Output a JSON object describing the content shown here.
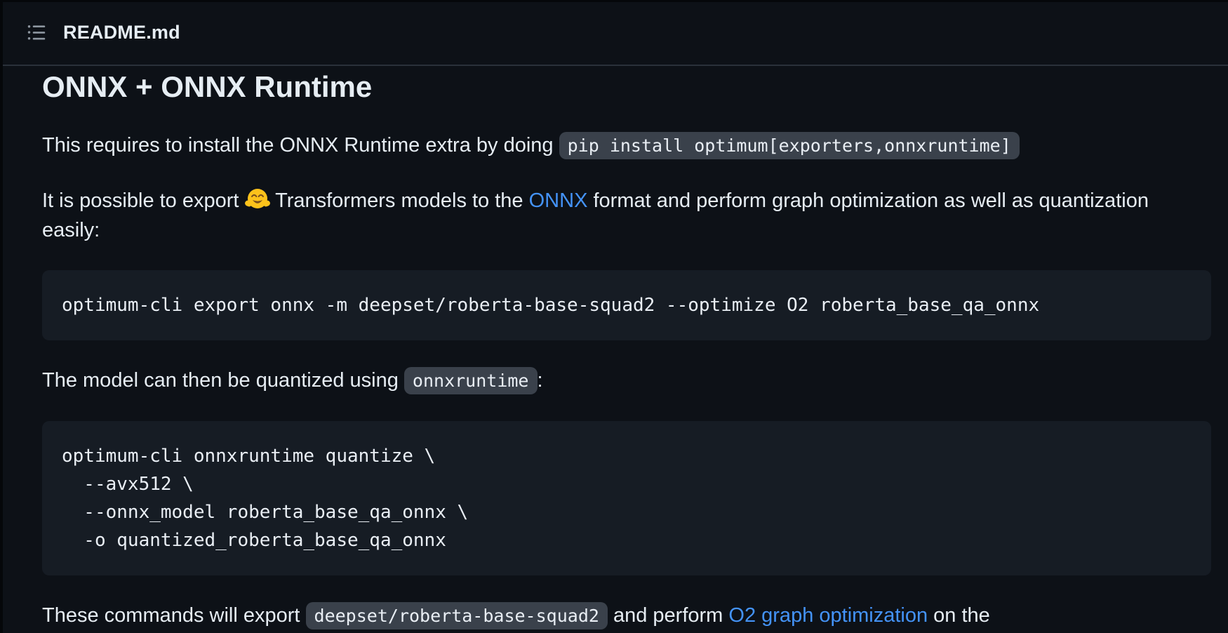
{
  "colors": {
    "page_bg": "#0d1117",
    "edge": "#05070a",
    "header_border": "#2a313a",
    "text": "#e6edf3",
    "muted": "#8d96a0",
    "link": "#4493f8",
    "code_bg": "#161c24",
    "inline_code_bg": "#3a414b",
    "code_text": "#e9eef4",
    "emoji_yellow": "#fcc21b"
  },
  "header": {
    "title": "README.md",
    "toc_icon": "list-unordered-icon"
  },
  "article": {
    "heading": "ONNX + ONNX Runtime",
    "paragraphs": [
      {
        "runs": [
          {
            "t": "text",
            "v": "This requires to install the ONNX Runtime extra by doing "
          },
          {
            "t": "code",
            "v": "pip install optimum[exporters,onnxruntime]"
          }
        ]
      },
      {
        "runs": [
          {
            "t": "text",
            "v": "It is possible to export "
          },
          {
            "t": "emoji",
            "v": "🤗",
            "name": "hugging-face-emoji"
          },
          {
            "t": "text",
            "v": " Transformers models to the "
          },
          {
            "t": "link",
            "v": "ONNX"
          },
          {
            "t": "text",
            "v": " format and perform graph optimization as well as quantization easily:"
          }
        ]
      },
      {
        "runs": [
          {
            "t": "text",
            "v": "The model can then be quantized using "
          },
          {
            "t": "code",
            "v": "onnxruntime"
          },
          {
            "t": "text",
            "v": ":"
          }
        ]
      },
      {
        "runs": [
          {
            "t": "text",
            "v": "These commands will export "
          },
          {
            "t": "code",
            "v": "deepset/roberta-base-squad2"
          },
          {
            "t": "text",
            "v": " and perform "
          },
          {
            "t": "link",
            "v": "O2 graph optimization"
          },
          {
            "t": "text",
            "v": " on the"
          }
        ]
      }
    ],
    "code_blocks": [
      {
        "lines": [
          "optimum-cli export onnx -m deepset/roberta-base-squad2 --optimize O2 roberta_base_qa_onnx"
        ]
      },
      {
        "lines": [
          "optimum-cli onnxruntime quantize \\",
          "  --avx512 \\",
          "  --onnx_model roberta_base_qa_onnx \\",
          "  -o quantized_roberta_base_qa_onnx"
        ]
      }
    ]
  }
}
